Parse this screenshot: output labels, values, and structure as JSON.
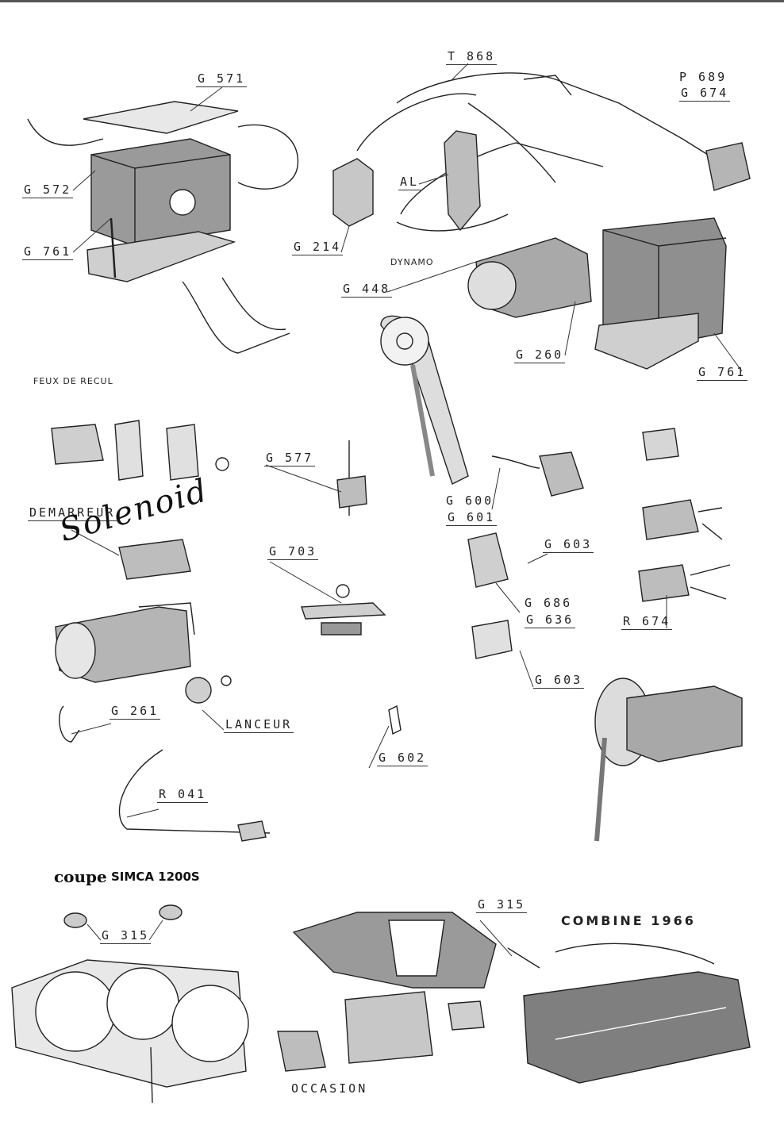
{
  "labels": {
    "g571": "G 571",
    "t868": "T 868",
    "p689": "P 689",
    "g674": "G 674",
    "g572": "G 572",
    "al": "AL",
    "g761_left": "G 761",
    "g214": "G 214",
    "dynamo": "DYNAMO",
    "g448": "G 448",
    "g260": "G 260",
    "g761_right": "G 761",
    "feux_de_recul": "FEUX DE RECUL",
    "g577": "G 577",
    "g600": "G 600",
    "g601": "G 601",
    "demarreur": "DEMARREUR",
    "g603_a": "G 603",
    "g703": "G 703",
    "g686": "G 686",
    "g636": "G 636",
    "r674": "R 674",
    "g603_b": "G 603",
    "g261": "G 261",
    "lanceur": "LANCEUR",
    "g602": "G 602",
    "r041": "R 041",
    "g315_left": "G 315",
    "g315_right": "G 315",
    "combine_1966": "COMBINE 1966",
    "occasion": "OCCASION"
  },
  "handwriting": {
    "solenoid": "Solenoid"
  },
  "brand": {
    "coupe": "coupe",
    "simca": "SIMCA 1200S"
  },
  "colors": {
    "ink": "#222222",
    "paper": "#ffffff"
  }
}
